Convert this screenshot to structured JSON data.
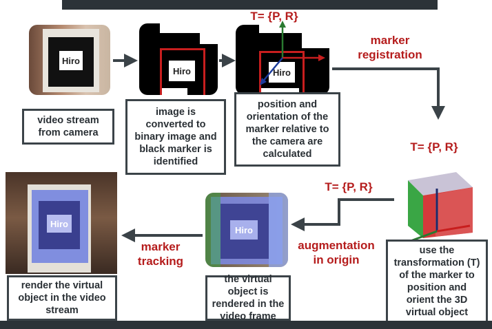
{
  "marker_text": "Hiro",
  "boxes": {
    "video_stream": "video stream from camera",
    "binary_image": "image is converted to binary image and black marker is identified",
    "position": "position and orientation of the marker relative to the camera are calculated",
    "use_transformation": "use the transformation (T) of the marker to position and orient the 3D virtual object",
    "virtual_rendered": "the virtual object is rendered in the video frame",
    "render_virtual": "render the virtual object in the video stream"
  },
  "labels": {
    "transform_top": "T= {P, R}",
    "marker_registration": "marker registration",
    "transform_right": "T= {P, R}",
    "transform_middle": "T= {P, R}",
    "augmentation": "augmentation in origin",
    "marker_tracking": "marker tracking"
  },
  "colors": {
    "accent_red": "#b51c1c",
    "arrow": "#3b4348",
    "cube_red": "#d43b3b",
    "cube_green": "#3aa645",
    "cube_blue": "#8ea6f0",
    "virtual_overlay": "#6f7fe0"
  }
}
